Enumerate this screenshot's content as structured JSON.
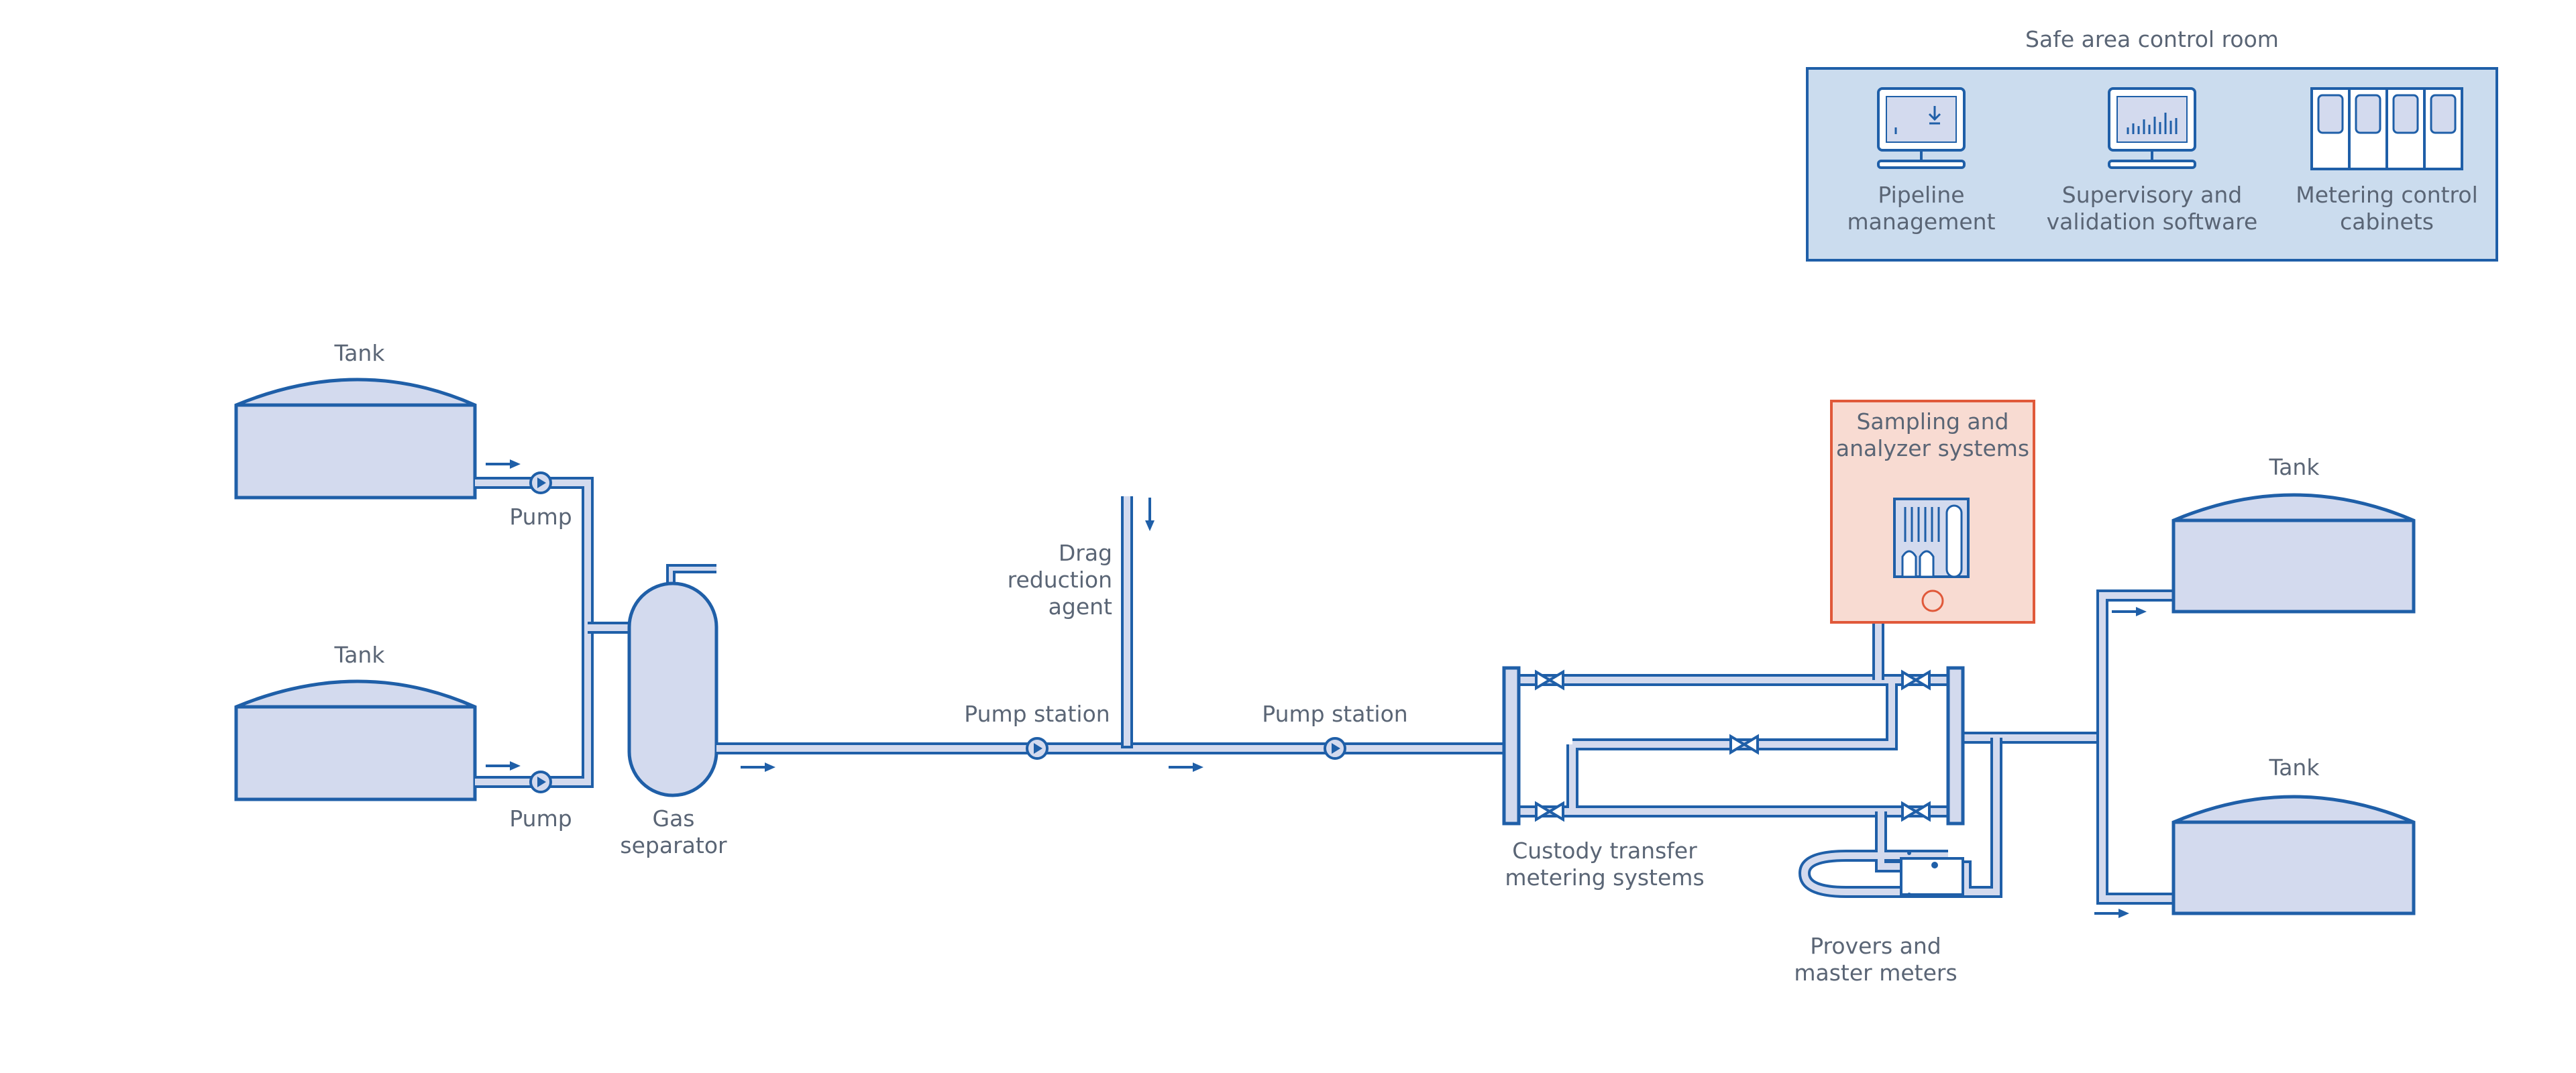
{
  "colors": {
    "line": "#1f5fa8",
    "fill": "#d3daee",
    "room_fill": "#cbdcee",
    "sampling_fill": "#f8dbd2",
    "sampling_border": "#e0593a",
    "text": "#5a6575"
  },
  "labels": {
    "control_room_title": "Safe area control room",
    "pipeline_mgmt_1": "Pipeline",
    "pipeline_mgmt_2": "management",
    "supervisory_1": "Supervisory and",
    "supervisory_2": "validation software",
    "metering_cab_1": "Metering control",
    "metering_cab_2": "cabinets",
    "tank_top_left": "Tank",
    "tank_bottom_left": "Tank",
    "tank_top_right": "Tank",
    "tank_bottom_right": "Tank",
    "pump_top": "Pump",
    "pump_bottom": "Pump",
    "gas_sep_1": "Gas",
    "gas_sep_2": "separator",
    "drag_1": "Drag",
    "drag_2": "reduction",
    "drag_3": "agent",
    "pump_station_1": "Pump station",
    "pump_station_2": "Pump station",
    "sampling_1": "Sampling and",
    "sampling_2": "analyzer systems",
    "custody_1": "Custody transfer",
    "custody_2": "metering systems",
    "provers_1": "Provers and",
    "provers_2": "master meters"
  },
  "icons": [
    "monitor-icon",
    "monitor-chart-icon",
    "cabinet-icon",
    "analyzer-icon",
    "pump-icon",
    "valve-icon",
    "flow-arrow-icon"
  ]
}
